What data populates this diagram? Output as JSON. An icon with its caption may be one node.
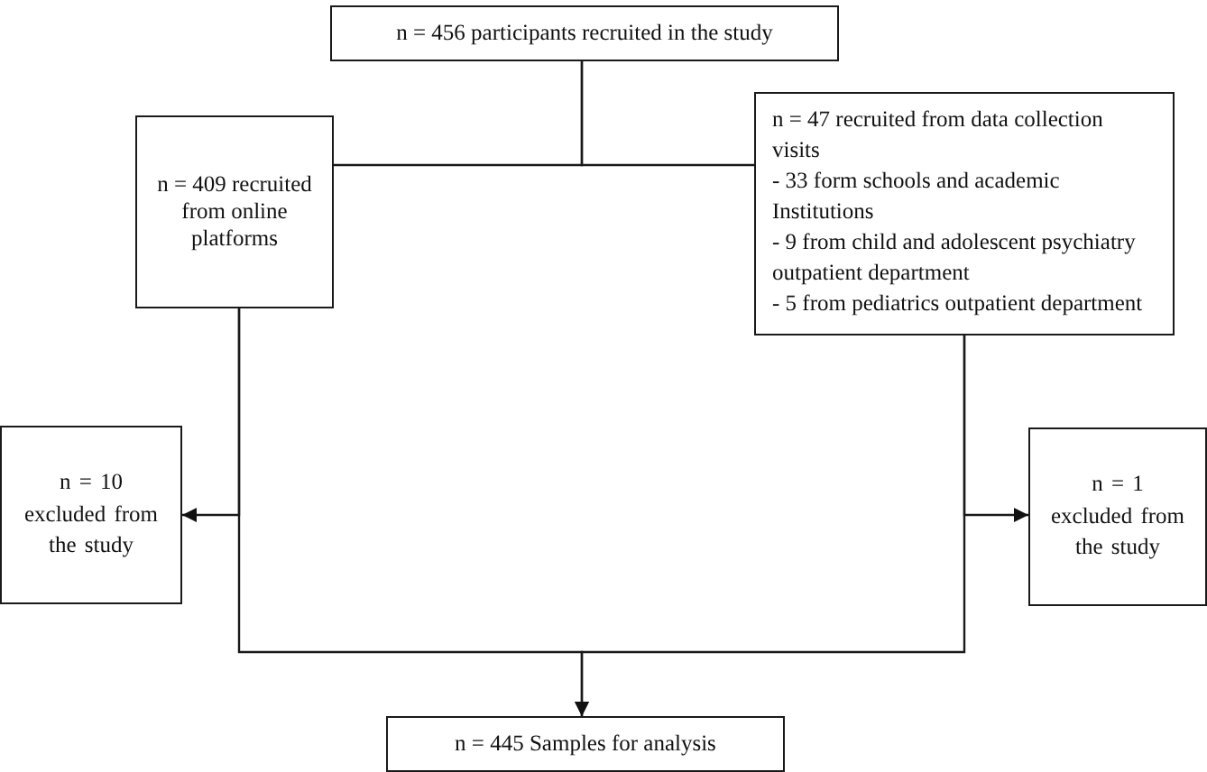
{
  "diagram": {
    "nodes": [
      {
        "text": [
          "n = 456 participants recruited in the study"
        ]
      },
      {
        "text": [
          "n = 409 recruited from online platforms"
        ]
      },
      {
        "text": [
          "n = 47 recruited from data collection visits",
          "- 33 form schools and academic Institutions",
          "- 9 from child and adolescent psychiatry outpatient department",
          "- 5 from pediatrics outpatient department"
        ]
      },
      {
        "text": [
          "n = 10 excluded from the study"
        ]
      },
      {
        "text": [
          "n = 1 excluded from the study"
        ]
      },
      {
        "text": [
          "n = 445 Samples for analysis"
        ]
      }
    ],
    "edges": [
      {
        "from": 0,
        "to": 1,
        "arrow": "none"
      },
      {
        "from": 0,
        "to": 2,
        "arrow": "none"
      },
      {
        "from": 1,
        "to": 3,
        "arrow": "to"
      },
      {
        "from": 2,
        "to": 4,
        "arrow": "to"
      },
      {
        "from": 1,
        "to": 5,
        "arrow": "to"
      },
      {
        "from": 2,
        "to": 5,
        "arrow": "to"
      }
    ]
  }
}
